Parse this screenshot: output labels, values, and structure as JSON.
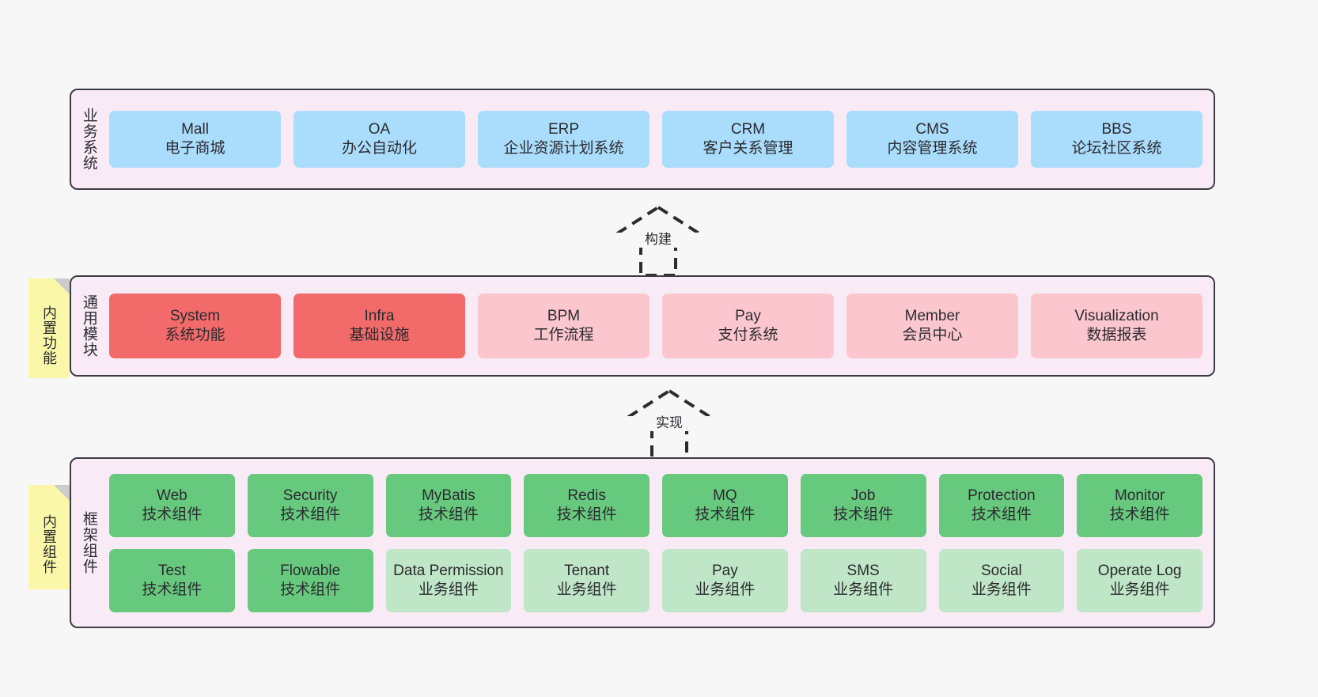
{
  "diagram": {
    "background_color": "#f7f7f7",
    "layer_fill": "#f9ebf5",
    "layer_border": "#3c3c44"
  },
  "notes": [
    {
      "name": "builtin-function",
      "label": "内置功能",
      "color": "#faf7a8"
    },
    {
      "name": "builtin-component",
      "label": "内置组件",
      "color": "#faf7a8"
    }
  ],
  "arrows": [
    {
      "name": "build",
      "label": "构建",
      "style": "dashed-hollow-triangle-up"
    },
    {
      "name": "implement",
      "label": "实现",
      "style": "dashed-hollow-triangle-up"
    }
  ],
  "layers": [
    {
      "id": "business",
      "title": "业务系统",
      "rows": [
        {
          "cells": [
            {
              "en": "Mall",
              "cn": "电子商城",
              "color": "#aadcfb"
            },
            {
              "en": "OA",
              "cn": "办公自动化",
              "color": "#aadcfb"
            },
            {
              "en": "ERP",
              "cn": "企业资源计划系统",
              "color": "#aadcfb"
            },
            {
              "en": "CRM",
              "cn": "客户关系管理",
              "color": "#aadcfb"
            },
            {
              "en": "CMS",
              "cn": "内容管理系统",
              "color": "#aadcfb"
            },
            {
              "en": "BBS",
              "cn": "论坛社区系统",
              "color": "#aadcfb"
            }
          ]
        }
      ]
    },
    {
      "id": "common",
      "title": "通用模块",
      "rows": [
        {
          "cells": [
            {
              "en": "System",
              "cn": "系统功能",
              "color": "#f26a6a"
            },
            {
              "en": "Infra",
              "cn": "基础设施",
              "color": "#f26a6a"
            },
            {
              "en": "BPM",
              "cn": "工作流程",
              "color": "#fbc6ce"
            },
            {
              "en": "Pay",
              "cn": "支付系统",
              "color": "#fbc6ce"
            },
            {
              "en": "Member",
              "cn": "会员中心",
              "color": "#fbc6ce"
            },
            {
              "en": "Visualization",
              "cn": "数据报表",
              "color": "#fbc6ce"
            }
          ]
        }
      ]
    },
    {
      "id": "framework",
      "title": "框架组件",
      "rows": [
        {
          "cells": [
            {
              "en": "Web",
              "cn": "技术组件",
              "color": "#67c97e"
            },
            {
              "en": "Security",
              "cn": "技术组件",
              "color": "#67c97e"
            },
            {
              "en": "MyBatis",
              "cn": "技术组件",
              "color": "#67c97e"
            },
            {
              "en": "Redis",
              "cn": "技术组件",
              "color": "#67c97e"
            },
            {
              "en": "MQ",
              "cn": "技术组件",
              "color": "#67c97e"
            },
            {
              "en": "Job",
              "cn": "技术组件",
              "color": "#67c97e"
            },
            {
              "en": "Protection",
              "cn": "技术组件",
              "color": "#67c97e"
            },
            {
              "en": "Monitor",
              "cn": "技术组件",
              "color": "#67c97e"
            }
          ]
        },
        {
          "cells": [
            {
              "en": "Test",
              "cn": "技术组件",
              "color": "#67c97e"
            },
            {
              "en": "Flowable",
              "cn": "技术组件",
              "color": "#67c97e"
            },
            {
              "en": "Data Permission",
              "cn": "业务组件",
              "color": "#bfe6c6"
            },
            {
              "en": "Tenant",
              "cn": "业务组件",
              "color": "#bfe6c6"
            },
            {
              "en": "Pay",
              "cn": "业务组件",
              "color": "#bfe6c6"
            },
            {
              "en": "SMS",
              "cn": "业务组件",
              "color": "#bfe6c6"
            },
            {
              "en": "Social",
              "cn": "业务组件",
              "color": "#bfe6c6"
            },
            {
              "en": "Operate Log",
              "cn": "业务组件",
              "color": "#bfe6c6"
            }
          ]
        }
      ]
    }
  ]
}
